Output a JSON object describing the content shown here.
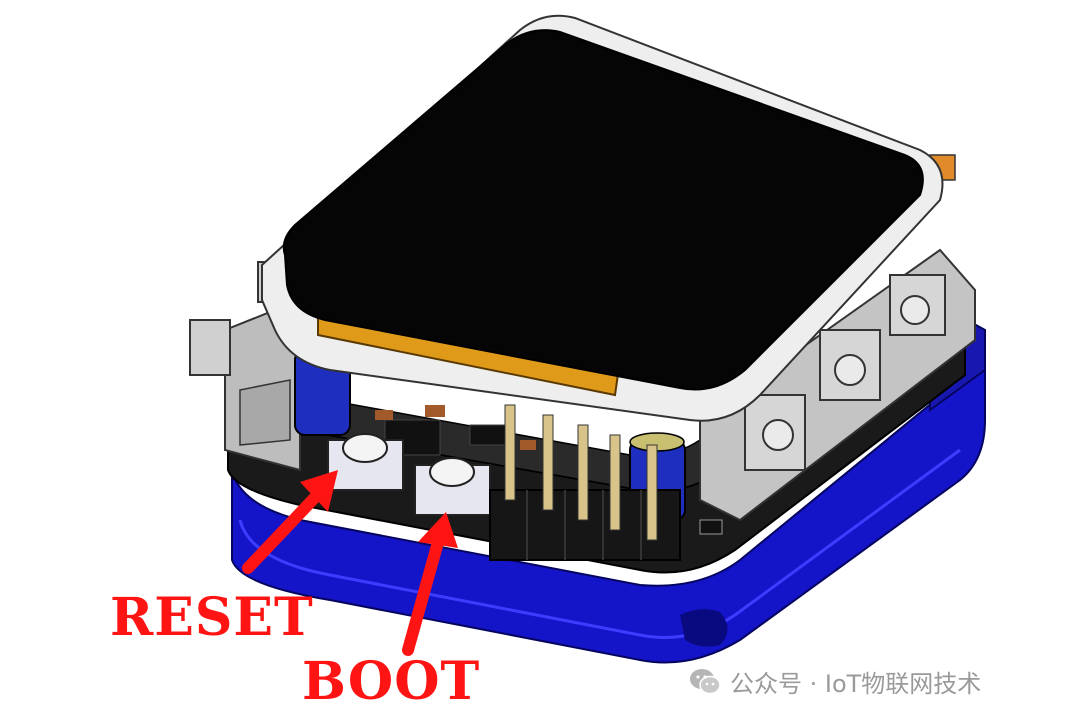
{
  "labels": {
    "reset": "RESET",
    "boot": "BOOT"
  },
  "watermark": {
    "icon": "wechat-icon",
    "text": "公众号 · IoT物联网技术"
  },
  "colors": {
    "arrow": "#ff1414",
    "base": "#1a1ad0",
    "screen": "#050505",
    "frame": "#e6e6e6",
    "connector": "#e09a1a",
    "capacitor": "#1e2fc0"
  }
}
